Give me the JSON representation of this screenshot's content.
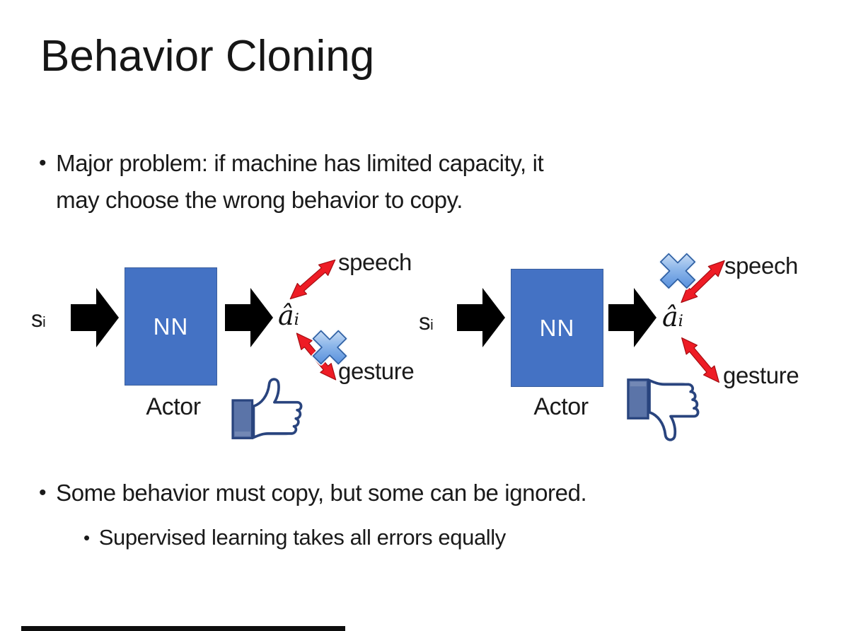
{
  "slide": {
    "title": "Behavior Cloning",
    "bullet_char": "•",
    "bullets": {
      "b1_line1": "Major problem: if machine has limited capacity, it",
      "b1_line2": "may choose the wrong behavior to copy.",
      "b2": "Some behavior must copy, but some can be ignored.",
      "b2_sub": "Supervised learning takes all errors equally"
    }
  },
  "diagram": {
    "left": {
      "input": {
        "base": "s",
        "sub": "i"
      },
      "nn_label": "NN",
      "actor_label": "Actor",
      "output": {
        "base": "â",
        "sub": "i"
      },
      "speech_label": "speech",
      "gesture_label": "gesture",
      "cross_icon": "blue-x-icon",
      "crossed_out_link": "gesture",
      "feedback_icon": "thumbs-up-icon"
    },
    "right": {
      "input": {
        "base": "s",
        "sub": "i"
      },
      "nn_label": "NN",
      "actor_label": "Actor",
      "output": {
        "base": "â",
        "sub": "i"
      },
      "speech_label": "speech",
      "gesture_label": "gesture",
      "cross_icon": "blue-x-icon",
      "crossed_out_link": "speech",
      "feedback_icon": "thumbs-down-icon"
    }
  },
  "colors": {
    "nn_box": "#4472C4",
    "nn_box_border": "#3A5F9E",
    "arrow_black": "#000000",
    "arrow_red": "#EE1C25",
    "arrow_red_edge": "#A50D12",
    "cross_blue": "#3F7ED6",
    "cross_blue_edge": "#2E5FA3",
    "thumb_navy": "#29447E",
    "thumb_cuff": "#5B74A8"
  }
}
